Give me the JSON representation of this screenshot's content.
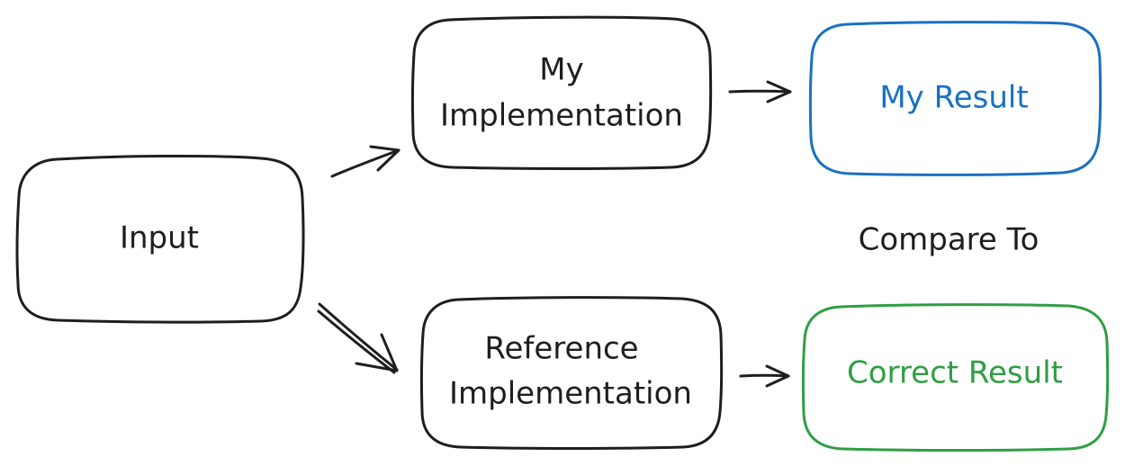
{
  "nodes": {
    "input": {
      "label": "Input"
    },
    "my_impl": {
      "line1": "My",
      "line2": "Implementation"
    },
    "ref_impl": {
      "line1": "Reference",
      "line2": "Implementation"
    },
    "my_result": {
      "label": "My Result"
    },
    "correct_result": {
      "label": "Correct Result"
    }
  },
  "compare_label": "Compare To",
  "colors": {
    "ink": "#1e1e1e",
    "my_result": "#1971c2",
    "correct_result": "#2f9e44"
  }
}
